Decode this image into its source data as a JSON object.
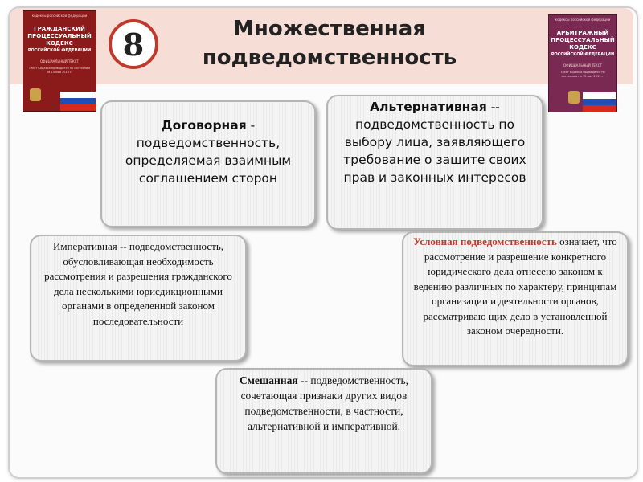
{
  "slide": {
    "number": "8",
    "title_line1": "Множественная",
    "title_line2": "подведомственность"
  },
  "books": {
    "left": {
      "top": "кодексы российской федерации",
      "title_line1": "ГРАЖДАНСКИЙ",
      "title_line2": "ПРОЦЕССУАЛЬНЫЙ",
      "title_line3": "КОДЕКС",
      "title_line4": "РОССИЙСКОЙ ФЕДЕРАЦИИ",
      "subtitle": "ОФИЦИАЛЬНЫЙ ТЕКСТ",
      "note": "Текст Кодекса приводится по состоянию на 15 мая 2013 г."
    },
    "right": {
      "top": "кодексы российской федерации",
      "title_line1": "АРБИТРАЖНЫЙ",
      "title_line2": "ПРОЦЕССУАЛЬНЫЙ",
      "title_line3": "КОДЕКС",
      "title_line4": "РОССИЙСКОЙ ФЕДЕРАЦИИ",
      "subtitle": "ОФИЦИАЛЬНЫЙ ТЕКСТ",
      "note": "Текст Кодекса приводится по состоянию на 15 мая 2013 г."
    }
  },
  "boxes": {
    "dogovornaya": {
      "term": "Договорная",
      "rest": " - подведомственность, определяемая взаимным соглашением сторон"
    },
    "alternativnaya": {
      "term": "Альтернативная",
      "rest": " -- подведомственность по выбору лица, заявляющего требование о защите своих прав и законных интересов"
    },
    "imperativnaya": {
      "term": "Императивная",
      "rest": " -- подведомственность, обусловливающая необходимость рассмотрения и разрешения гражданского дела несколькими юрисдикционными органами в определенной законом последовательности"
    },
    "uslovnaya": {
      "term": "Условная подведомственность",
      "rest": " означает, что рассмотрение и разрешение конкретного юридического дела отнесено законом к ведению различных по характеру, принципам организации и деятельности органов, рассматриваю щих дело в установленной законом очередности."
    },
    "smeshannaya": {
      "term": "Смешанная",
      "rest": " -- подведомственность, сочетающая признаки других видов подведомственности, в частности, альтернативной и императивной."
    }
  },
  "colors": {
    "accent_red": "#c0392b",
    "title_band": "#f6ddd6"
  }
}
